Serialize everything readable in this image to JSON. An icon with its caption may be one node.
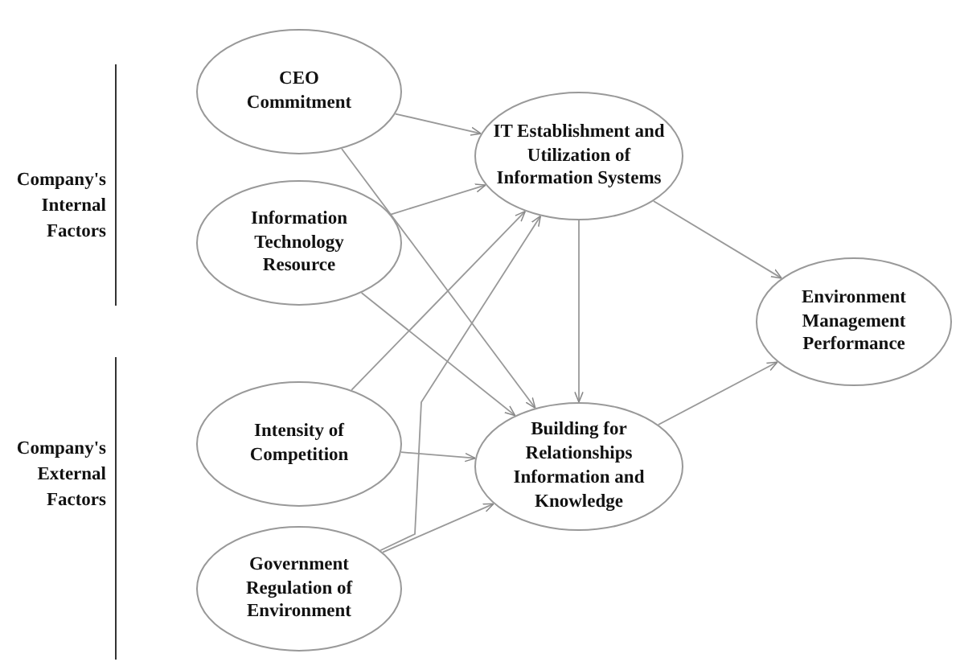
{
  "diagram": {
    "nodes": [
      {
        "text": [
          "CEO Commitment"
        ]
      },
      {
        "text": [
          "Information Technology Resource"
        ]
      },
      {
        "text": [
          "Intensity of Competition"
        ]
      },
      {
        "text": [
          "Government Regulation of Environment"
        ]
      },
      {
        "text": [
          "IT Establishment and Utilization of Information Systems"
        ]
      },
      {
        "text": [
          "Building for Relationships Information and Knowledge"
        ]
      },
      {
        "text": [
          "Environment Management Performance"
        ]
      }
    ],
    "edges": [
      {
        "from": 0,
        "to": 4,
        "arrow": "to"
      },
      {
        "from": 0,
        "to": 5,
        "arrow": "to"
      },
      {
        "from": 1,
        "to": 4,
        "arrow": "to"
      },
      {
        "from": 1,
        "to": 5,
        "arrow": "to"
      },
      {
        "from": 2,
        "to": 4,
        "arrow": "to"
      },
      {
        "from": 2,
        "to": 5,
        "arrow": "to"
      },
      {
        "from": 3,
        "to": 4,
        "arrow": "to"
      },
      {
        "from": 3,
        "to": 5,
        "arrow": "to"
      },
      {
        "from": 4,
        "to": 5,
        "arrow": "to"
      },
      {
        "from": 4,
        "to": 6,
        "arrow": "to"
      },
      {
        "from": 5,
        "to": 6,
        "arrow": "to"
      }
    ],
    "labels": [
      "Company's Internal Factors",
      "Company's External Factors"
    ]
  }
}
